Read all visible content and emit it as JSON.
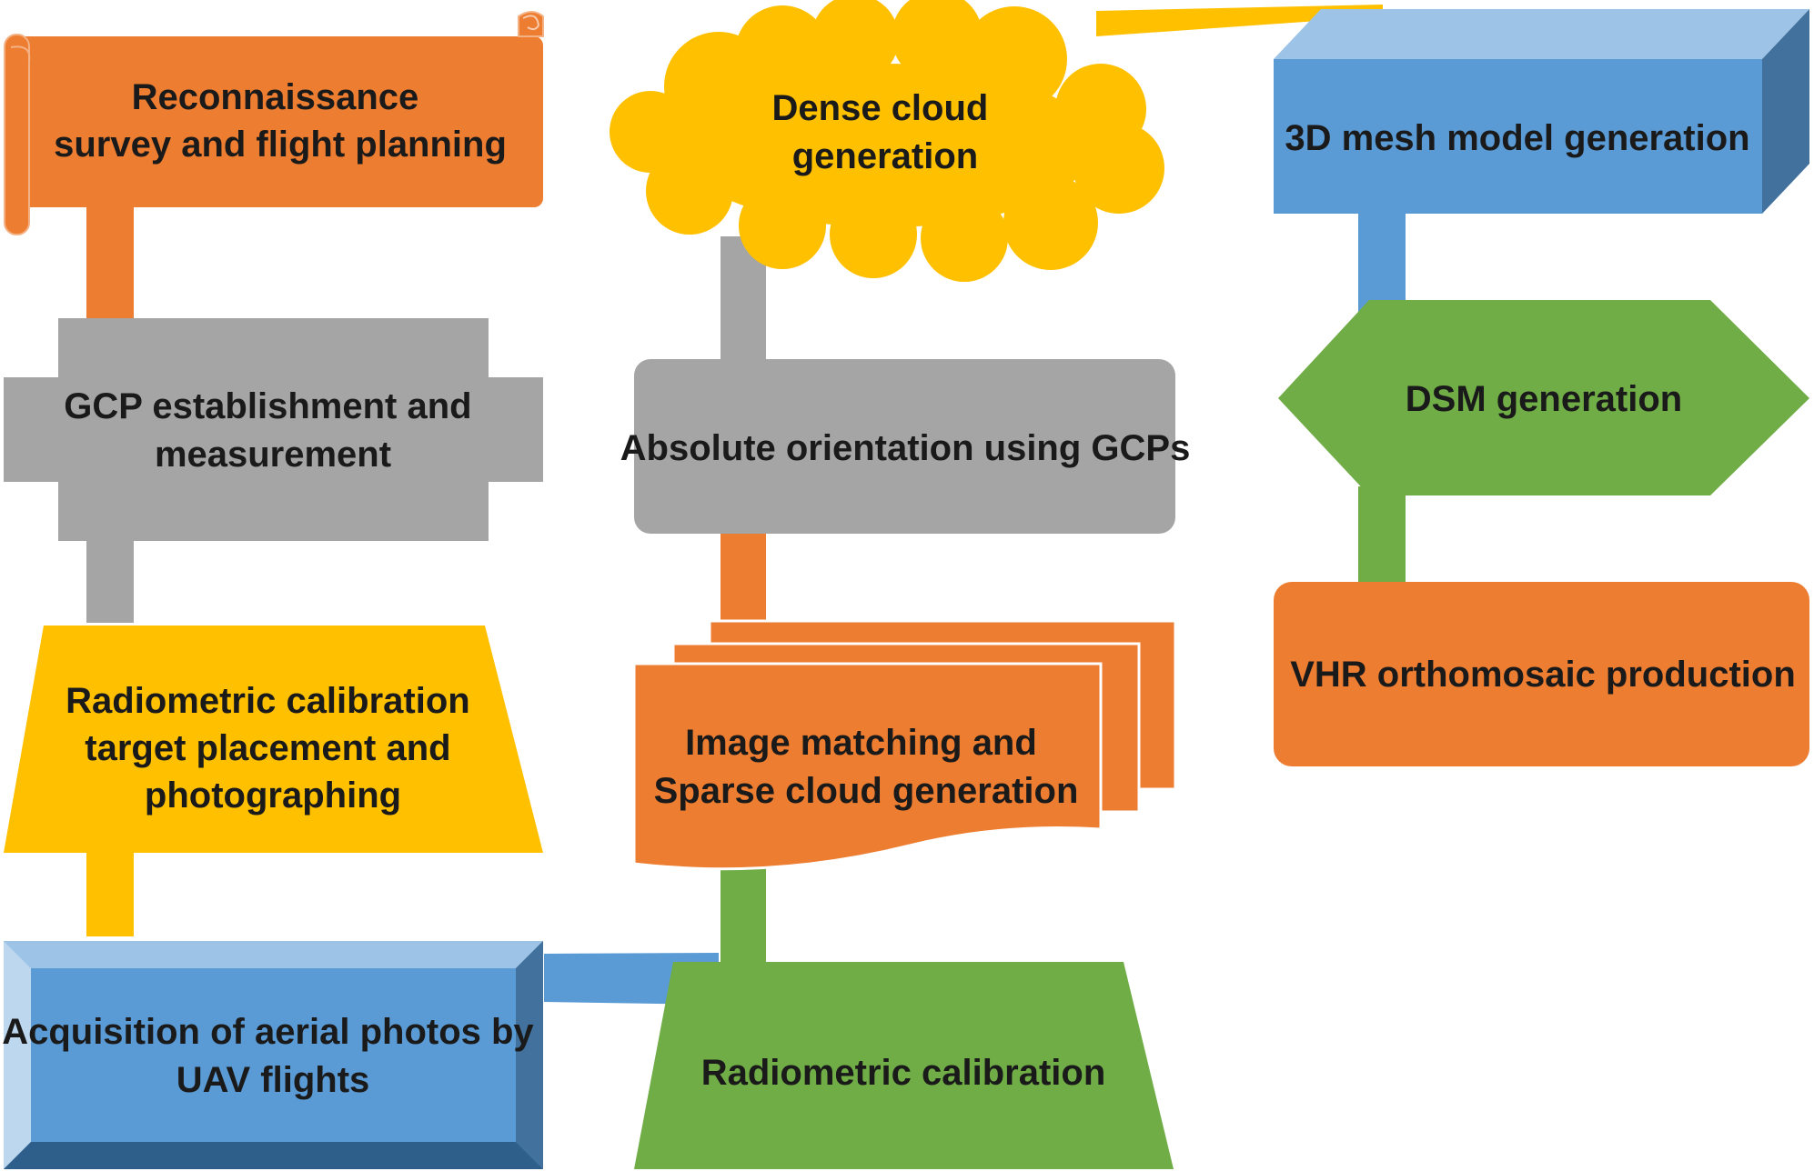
{
  "colors": {
    "orange": "#ED7D31",
    "gray": "#A5A5A5",
    "yellow": "#FFC000",
    "blue": "#5B9BD5",
    "green": "#70AD47",
    "text": "#1a1a1a"
  },
  "steps": {
    "reconnaissance": {
      "shape": "scroll",
      "lines": [
        "Reconnaissance",
        "survey and flight planning"
      ]
    },
    "gcp": {
      "shape": "plaque",
      "lines": [
        "GCP establishment and",
        "measurement"
      ]
    },
    "radiometric_target": {
      "shape": "trapezoid",
      "lines": [
        "Radiometric calibration",
        "target placement and",
        "photographing"
      ]
    },
    "acquisition": {
      "shape": "bevel",
      "lines": [
        "Acquisition of aerial photos by",
        "UAV flights"
      ]
    },
    "radiometric_calibration": {
      "shape": "trapezoid",
      "lines": [
        "Radiometric calibration"
      ]
    },
    "image_matching": {
      "shape": "multi-document",
      "lines": [
        "Image matching and",
        "Sparse cloud generation"
      ]
    },
    "absolute_orientation": {
      "shape": "rounded-rectangle",
      "lines": [
        "Absolute orientation using GCPs"
      ]
    },
    "dense_cloud": {
      "shape": "cloud",
      "lines": [
        "Dense cloud",
        "generation"
      ]
    },
    "mesh_model": {
      "shape": "cube",
      "lines": [
        "3D mesh model generation"
      ]
    },
    "dsm": {
      "shape": "hexagon",
      "lines": [
        "DSM generation"
      ]
    },
    "orthomosaic": {
      "shape": "rounded-rectangle",
      "lines": [
        "VHR orthomosaic production"
      ]
    }
  }
}
